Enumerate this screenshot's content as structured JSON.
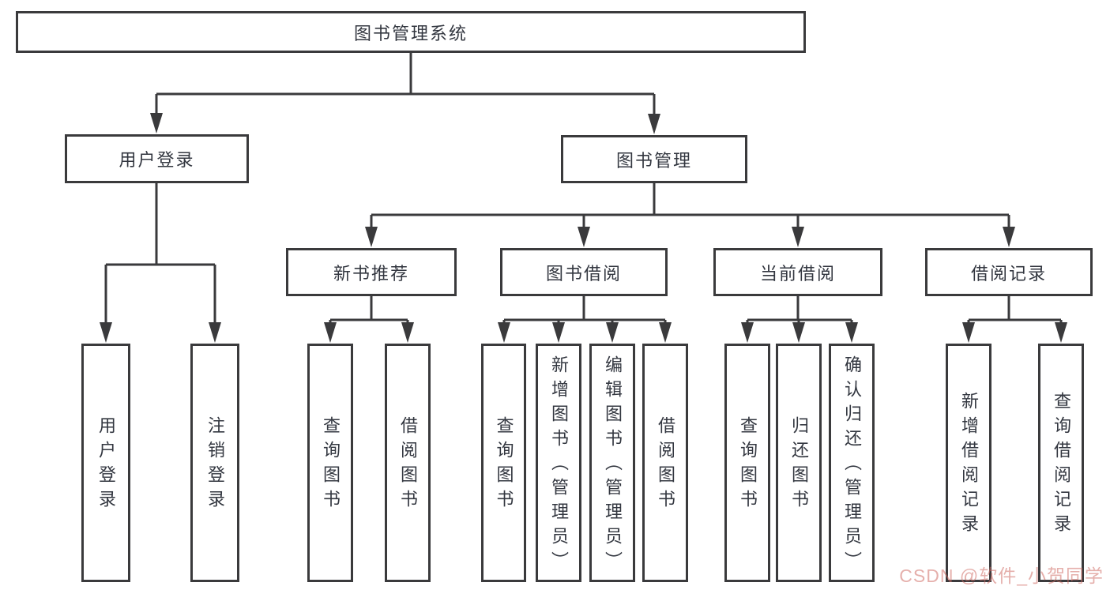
{
  "diagram": {
    "root": "图书管理系统",
    "branch_user": {
      "label": "用户登录",
      "children": [
        "用户登录",
        "注销登录"
      ]
    },
    "branch_book": {
      "label": "图书管理",
      "sections": [
        {
          "label": "新书推荐",
          "children": [
            "查询图书",
            "借阅图书"
          ]
        },
        {
          "label": "图书借阅",
          "children": [
            "查询图书",
            "新增图书（管理员）",
            "编辑图书（管理员）",
            "借阅图书"
          ]
        },
        {
          "label": "当前借阅",
          "children": [
            "查询图书",
            "归还图书",
            "确认归还（管理员）"
          ]
        },
        {
          "label": "借阅记录",
          "children": [
            "新增借阅记录",
            "查询借阅记录"
          ]
        }
      ]
    }
  },
  "watermark": {
    "text": "CSDN @软件_小贺同学"
  },
  "colors": {
    "line": "#3a3a3c",
    "text": "#333740",
    "box_background": "#ffffff",
    "watermark": "#cf6e66"
  }
}
